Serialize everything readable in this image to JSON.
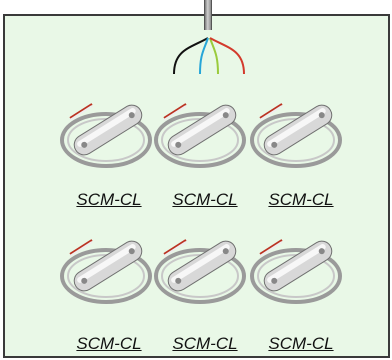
{
  "sensors": [
    {
      "label": "SCM-CL"
    },
    {
      "label": "SCM-CL"
    },
    {
      "label": "SCM-CL"
    },
    {
      "label": "SCM-CL"
    },
    {
      "label": "SCM-CL"
    },
    {
      "label": "SCM-CL"
    }
  ],
  "colors": {
    "panel_bg": "#e9f8e7",
    "wire_black": "#111111",
    "wire_blue": "#27a6d8",
    "wire_green": "#9acb3c",
    "wire_red": "#d33a2c"
  }
}
